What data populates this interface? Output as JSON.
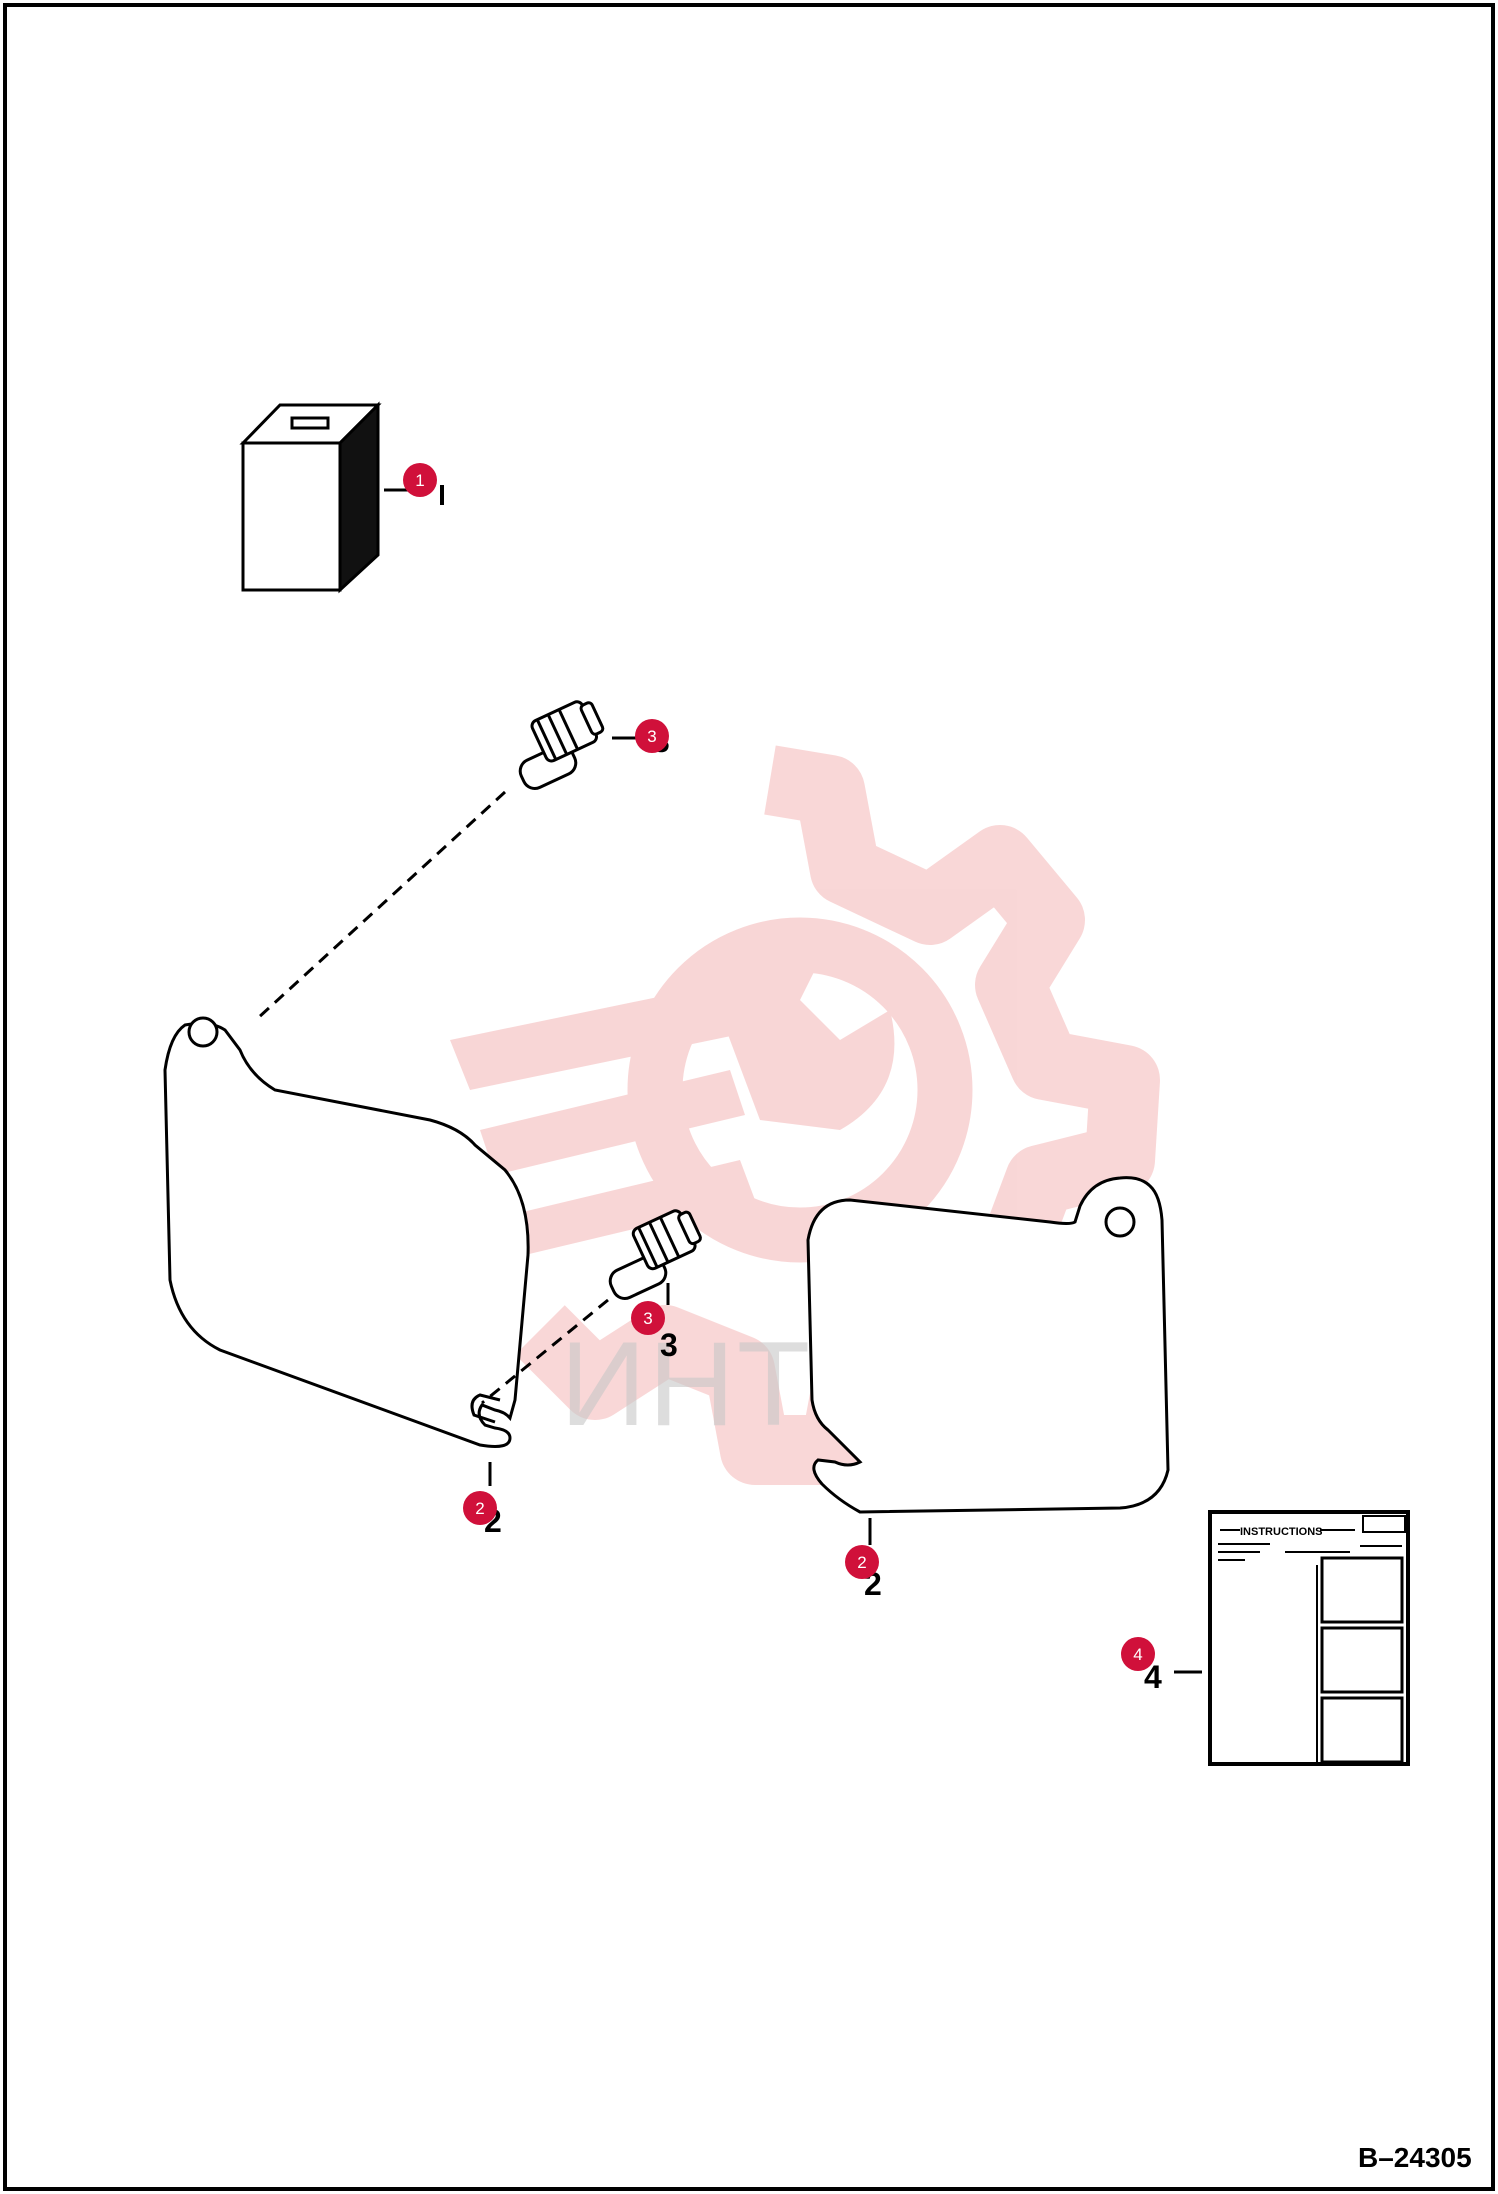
{
  "figure_id": "B–24305",
  "watermark": {
    "text": "ИНТЕХ",
    "color": "#f4b6b6"
  },
  "callout_color": "#d0103a",
  "callouts": [
    {
      "label": "1"
    },
    {
      "label": "3"
    },
    {
      "label": "3"
    },
    {
      "label": "2"
    },
    {
      "label": "2"
    },
    {
      "label": "4"
    }
  ],
  "part_numbers": [
    "3",
    "2",
    "2",
    "4"
  ],
  "instruction_sheet": {
    "heading": "INSTRUCTIONS"
  }
}
